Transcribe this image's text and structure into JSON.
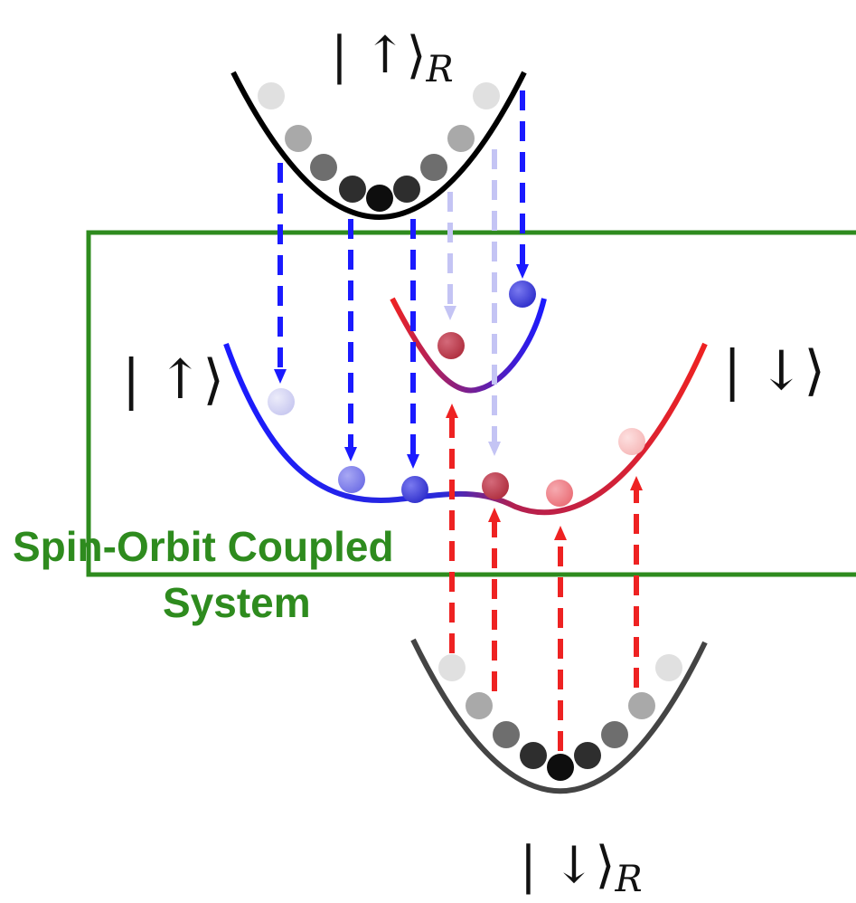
{
  "labels": {
    "ket_up_R_main": "| ↑⟩",
    "ket_up_R_sub": "R",
    "ket_down_R_main": "| ↓⟩",
    "ket_down_R_sub": "R",
    "ket_up": "| ↑⟩",
    "ket_down": "| ↓⟩",
    "soc_line1": "Spin-Orbit Coupled",
    "soc_line2": "System"
  },
  "colors": {
    "spin_up": "#1a1aff",
    "spin_down": "#ee2222",
    "box": "#2e8b1e",
    "reservoir_curve": "#000000",
    "reservoir_curve_lower": "#444444"
  }
}
